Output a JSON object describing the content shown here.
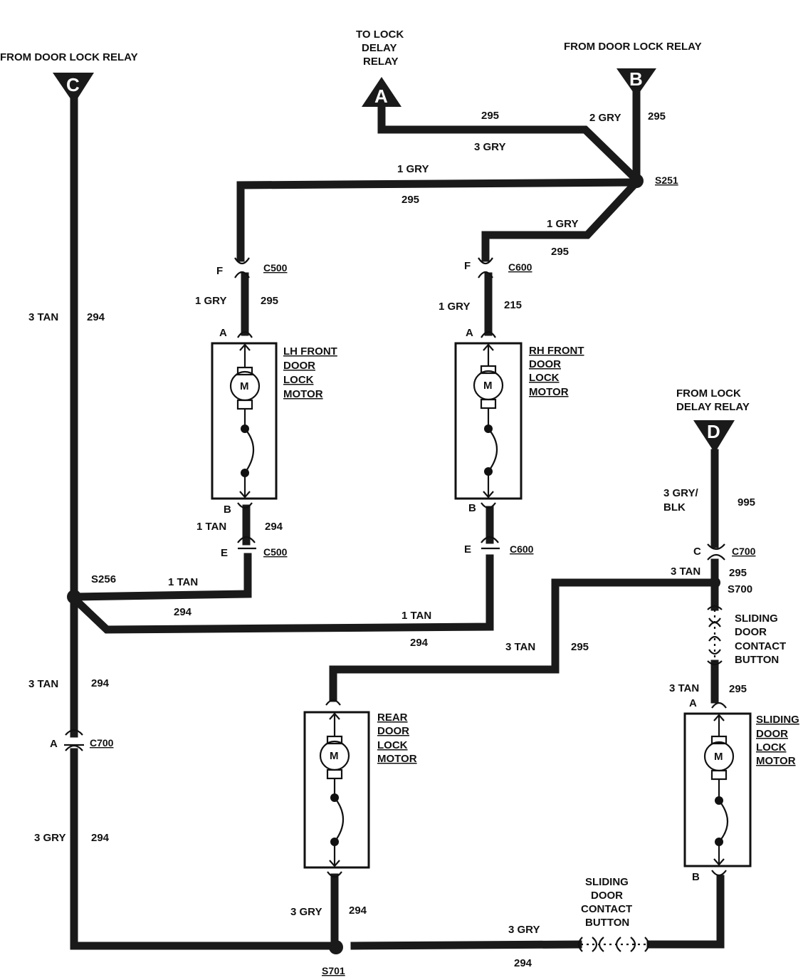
{
  "sources": {
    "c": {
      "letter": "C",
      "label": "FROM DOOR LOCK RELAY"
    },
    "a": {
      "letter": "A",
      "label_lines": [
        "TO LOCK",
        "DELAY",
        "RELAY"
      ]
    },
    "b": {
      "letter": "B",
      "label": "FROM DOOR LOCK RELAY"
    },
    "d": {
      "letter": "D",
      "label_lines": [
        "FROM LOCK",
        "DELAY RELAY"
      ]
    }
  },
  "splices": {
    "s251": "S251",
    "s256": "S256",
    "s700": "S700",
    "s701": "S701"
  },
  "connectors": {
    "c500_f": {
      "pin": "F",
      "ref": "C500"
    },
    "c600_f": {
      "pin": "F",
      "ref": "C600"
    },
    "c500_e": {
      "pin": "E",
      "ref": "C500"
    },
    "c600_e": {
      "pin": "E",
      "ref": "C600"
    },
    "c700_c": {
      "pin": "C",
      "ref": "C700"
    },
    "c700_a": {
      "pin": "A",
      "ref": "C700"
    }
  },
  "components": {
    "lh_front": {
      "name_lines": [
        "LH FRONT",
        "DOOR",
        "LOCK",
        "MOTOR"
      ],
      "pin_top": "A",
      "pin_bottom": "B",
      "motor": "M"
    },
    "rh_front": {
      "name_lines": [
        "RH FRONT",
        "DOOR",
        "LOCK",
        "MOTOR"
      ],
      "pin_top": "A",
      "pin_bottom": "B",
      "motor": "M"
    },
    "rear": {
      "name_lines": [
        "REAR",
        "DOOR",
        "LOCK",
        "MOTOR"
      ],
      "motor": "M"
    },
    "sliding": {
      "name_lines": [
        "SLIDING",
        "DOOR",
        "LOCK",
        "MOTOR"
      ],
      "pin_top": "A",
      "pin_bottom": "B",
      "motor": "M"
    }
  },
  "contact_buttons": {
    "upper": [
      "SLIDING",
      "DOOR",
      "CONTACT",
      "BUTTON"
    ],
    "lower": [
      "SLIDING",
      "DOOR",
      "CONTACT",
      "BUTTON"
    ]
  },
  "wires": {
    "a_top_circuit": "295",
    "a_bottom_gauge": "3 GRY",
    "b_gauge": "2 GRY",
    "b_circuit": "295",
    "to_lh_gauge": "1 GRY",
    "to_lh_circuit": "295",
    "to_rh_gauge": "1 GRY",
    "to_rh_circuit": "295",
    "lh_top_gauge": "1 GRY",
    "lh_top_circuit": "295",
    "rh_top_gauge": "1 GRY",
    "rh_top_circuit": "215",
    "c_gauge": "3 TAN",
    "c_circuit": "294",
    "lh_bottom_gauge": "1 TAN",
    "lh_bottom_circuit": "294",
    "s256_lh_gauge": "1 TAN",
    "s256_lh_circuit": "294",
    "s256_rh_gauge": "1 TAN",
    "s256_rh_circuit": "294",
    "s256_down_gauge": "3 TAN",
    "s256_down_circuit": "294",
    "c700a_down_gauge": "3 GRY",
    "c700a_down_circuit": "294",
    "d_gauge": "3 GRY/\nBLK",
    "d_gauge_line1": "3 GRY/",
    "d_gauge_line2": "BLK",
    "d_circuit": "995",
    "c700c_gauge": "3 TAN",
    "c700c_circuit": "295",
    "rear_top_gauge": "3 TAN",
    "rear_top_circuit": "295",
    "slide_top_gauge": "3 TAN",
    "slide_top_circuit": "295",
    "rear_bottom_gauge": "3 GRY",
    "rear_bottom_circuit": "294",
    "bottom_gauge": "3 GRY",
    "bottom_circuit": "294"
  }
}
